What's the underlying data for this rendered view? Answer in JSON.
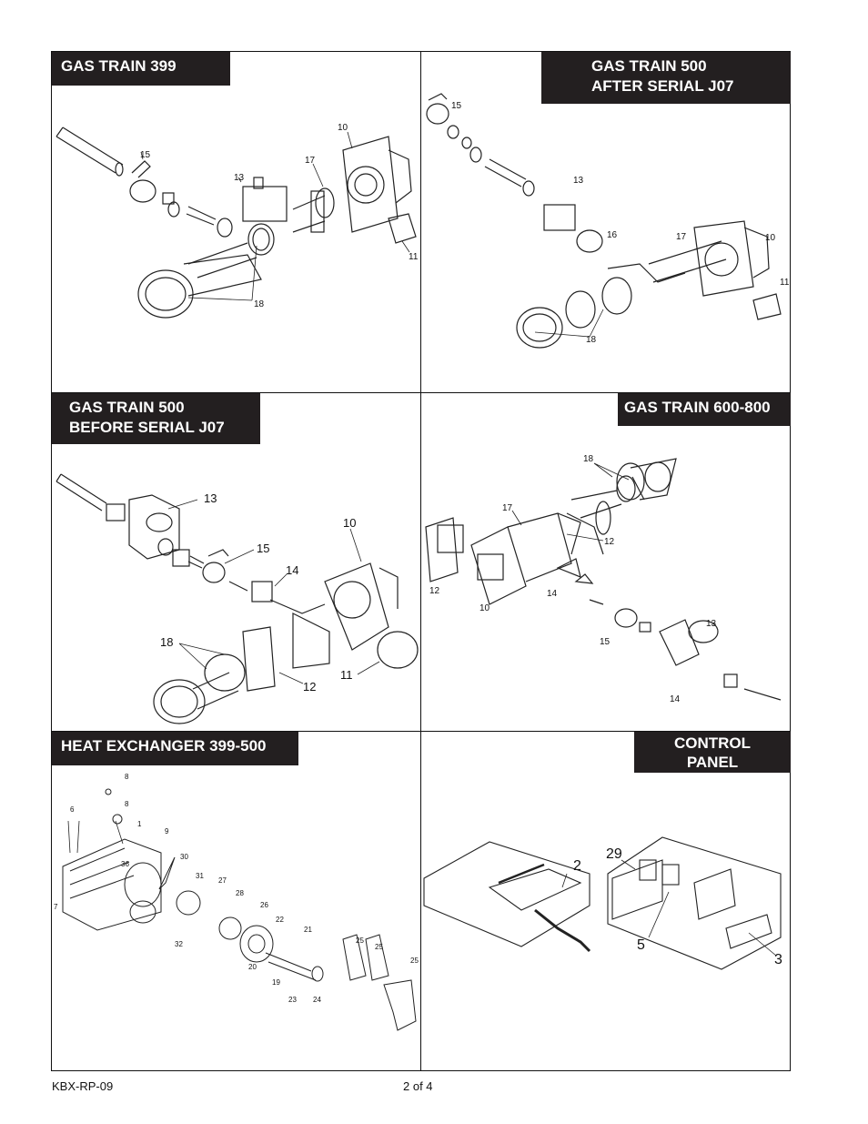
{
  "panels": {
    "gt399": {
      "title": "GAS TRAIN 399",
      "callouts": [
        "15",
        "13",
        "17",
        "10",
        "11",
        "18"
      ]
    },
    "gt500_after": {
      "title_line1": "GAS TRAIN 500",
      "title_line2": "AFTER SERIAL J07",
      "callouts": [
        "15",
        "13",
        "16",
        "17",
        "10",
        "11",
        "18"
      ]
    },
    "gt500_before": {
      "title_line1": "GAS TRAIN 500",
      "title_line2": "BEFORE SERIAL J07",
      "callouts": [
        "13",
        "10",
        "15",
        "14",
        "18",
        "11",
        "12"
      ]
    },
    "gt600": {
      "title": "GAS TRAIN 600-800",
      "callouts": [
        "18",
        "17",
        "12",
        "12",
        "10",
        "14",
        "13",
        "15",
        "14"
      ]
    },
    "hx": {
      "title": "HEAT EXCHANGER 399-500",
      "callouts": [
        "8",
        "8",
        "6",
        "1",
        "9",
        "36",
        "30",
        "31",
        "27",
        "28",
        "7",
        "26",
        "22",
        "21",
        "32",
        "25",
        "25",
        "20",
        "19",
        "23",
        "24",
        "25"
      ]
    },
    "control": {
      "title_line1": "CONTROL",
      "title_line2": "PANEL",
      "callouts": [
        "2",
        "29",
        "5",
        "3"
      ]
    }
  },
  "footer": {
    "doc_id": "KBX-RP-09",
    "page": "2 of 4"
  }
}
